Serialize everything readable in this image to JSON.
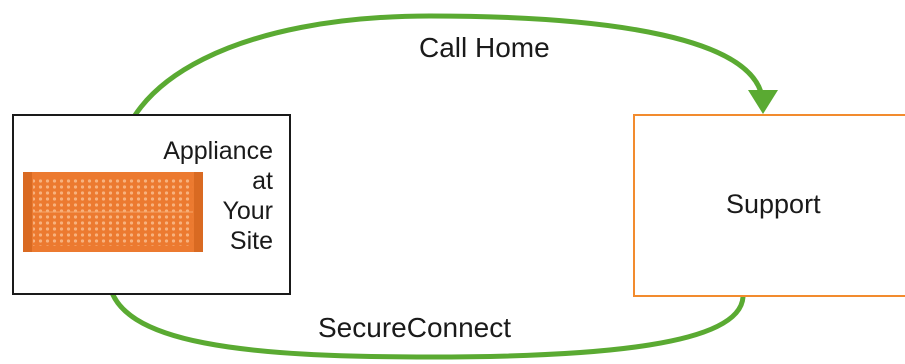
{
  "appliance": {
    "label_lines": [
      "Appliance",
      "at",
      "Your",
      "Site"
    ],
    "icon": "server-appliance-icon"
  },
  "support": {
    "label": "Support"
  },
  "arrows": {
    "call_home": "Call Home",
    "secure_connect": "SecureConnect"
  },
  "colors": {
    "arrow": "#5aaa32",
    "appliance_fill": "#ec7a30",
    "support_border": "#f28b2e",
    "box_border": "#1a1a1a"
  }
}
